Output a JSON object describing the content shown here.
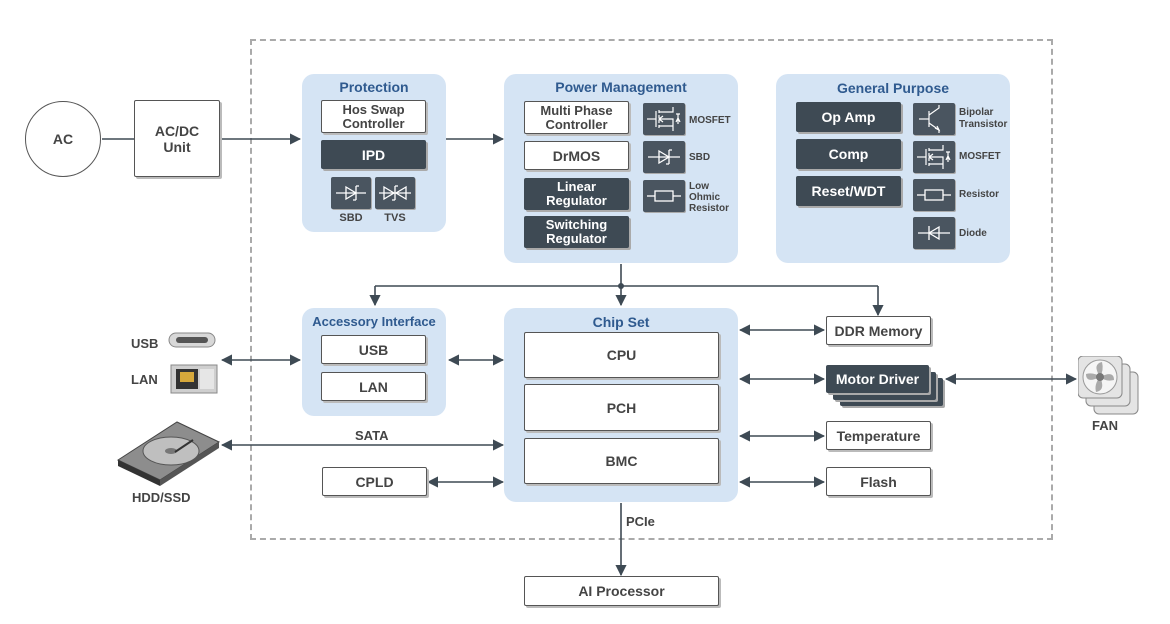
{
  "ac": "AC",
  "acdc": {
    "line1": "AC/DC",
    "line2": "Unit"
  },
  "protection": {
    "title": "Protection",
    "hot_swap": {
      "line1": "Hos Swap",
      "line2": "Controller"
    },
    "ipd": "IPD",
    "sbd": "SBD",
    "tvs": "TVS"
  },
  "power": {
    "title": "Power Management",
    "multi_phase": {
      "line1": "Multi Phase",
      "line2": "Controller"
    },
    "drmos": "DrMOS",
    "linear": {
      "line1": "Linear",
      "line2": "Regulator"
    },
    "switching": {
      "line1": "Switching",
      "line2": "Regulator"
    },
    "mosfet": "MOSFET",
    "sbd": "SBD",
    "low_ohmic": {
      "line1": "Low",
      "line2": "Ohmic",
      "line3": "Resistor"
    }
  },
  "general": {
    "title": "General Purpose",
    "opamp": "Op Amp",
    "comp": "Comp",
    "reset": "Reset/WDT",
    "bipolar": {
      "line1": "Bipolar",
      "line2": "Transistor"
    },
    "mosfet": "MOSFET",
    "resistor": "Resistor",
    "diode": "Diode"
  },
  "accessory": {
    "title": "Accessory Interface",
    "usb": "USB",
    "lan": "LAN"
  },
  "chipset": {
    "title": "Chip Set",
    "cpu": "CPU",
    "pch": "PCH",
    "bmc": "BMC"
  },
  "ddr": "DDR Memory",
  "motor": "Motor Driver",
  "temperature": "Temperature",
  "flash": "Flash",
  "cpld": "CPLD",
  "sata": "SATA",
  "pcie": "PCIe",
  "ai": "AI Processor",
  "ext": {
    "usb": "USB",
    "lan": "LAN",
    "hdd": "HDD/SSD",
    "fan": "FAN"
  }
}
